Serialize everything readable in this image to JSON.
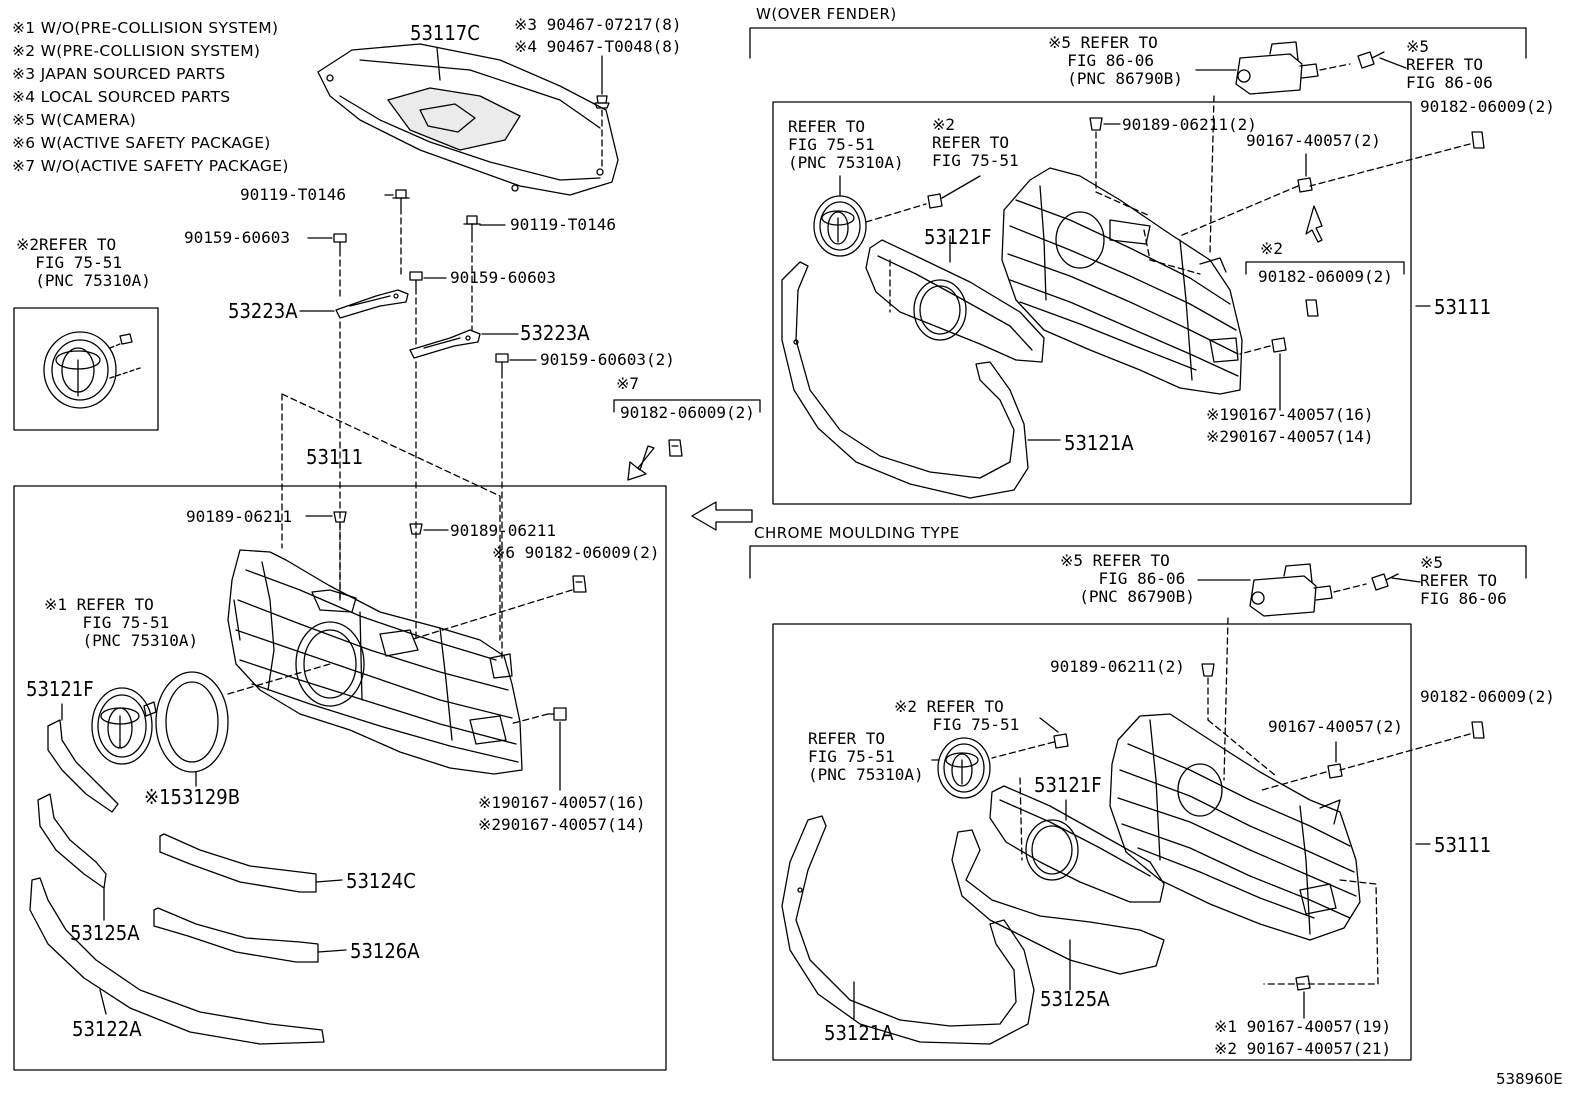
{
  "notes": [
    "※1 W/O(PRE-COLLISION SYSTEM)",
    "※2 W(PRE-COLLISION SYSTEM)",
    "※3 JAPAN SOURCED PARTS",
    "※4 LOCAL SOURCED PARTS",
    "※5 W(CAMERA)",
    "※6 W(ACTIVE SAFETY PACKAGE)",
    "※7 W/O(ACTIVE SAFETY PACKAGE)"
  ],
  "headers": {
    "over_fender": "W(OVER FENDER)",
    "chrome_moulding": "CHROME MOULDING TYPE"
  },
  "diagram_id": "538960E",
  "left": {
    "p53117C": "53117C",
    "fastener_3": "※3 90467-07217(8)",
    "fastener_4": "※4 90467-T0048(8)",
    "bolt_a": "90119-T0146",
    "bolt_b": "90119-T0146",
    "screw_a": "90159-60603",
    "screw_b": "90159-60603",
    "screw_c": "90159-60603(2)",
    "p53223A_a": "53223A",
    "p53223A_b": "53223A",
    "ref_box": "※2REFER TO\n  FIG 75-51\n  (PNC 75310A)",
    "note7_mark": "※7",
    "clip_7": "90182-06009(2)",
    "p53111": "53111",
    "nut_a": "90189-06211",
    "nut_b": "90189-06211",
    "clip_6": "※6 90182-06009(2)",
    "ref_1": "※1 REFER TO\n    FIG 75-51\n    (PNC 75310A)",
    "p53121F": "53121F",
    "p53129B": "※153129B",
    "screw_1": "※190167-40057(16)",
    "screw_2": "※290167-40057(14)",
    "p53124C": "53124C",
    "p53125A": "53125A",
    "p53126A": "53126A",
    "p53122A": "53122A"
  },
  "over_fender": {
    "cam_ref": "※5 REFER TO\n  FIG 86-06\n  (PNC 86790B)",
    "cam_ref_right": "※5\nREFER TO\nFIG 86-06",
    "emblem_ref": "REFER TO\nFIG 75-51\n(PNC 75310A)",
    "sensor_ref": "※2\nREFER TO\nFIG 75-51",
    "nut": "90189-06211(2)",
    "clip_a": "90182-06009(2)",
    "screw": "90167-40057(2)",
    "p53121F": "53121F",
    "note2_mark": "※2",
    "clip_b": "90182-06009(2)",
    "p53111": "53111",
    "screw_1": "※190167-40057(16)",
    "screw_2": "※290167-40057(14)",
    "p53121A": "53121A"
  },
  "chrome": {
    "cam_ref": "※5 REFER TO\n    FIG 86-06\n  (PNC 86790B)",
    "cam_ref_right": "※5\nREFER TO\nFIG 86-06",
    "nut": "90189-06211(2)",
    "clip": "90182-06009(2)",
    "sensor_ref": "※2 REFER TO\n    FIG 75-51",
    "emblem_ref": "REFER TO\nFIG 75-51\n(PNC 75310A)",
    "screw": "90167-40057(2)",
    "p53121F": "53121F",
    "p53111": "53111",
    "p53125A": "53125A",
    "p53121A": "53121A",
    "screw_1": "※1 90167-40057(19)",
    "screw_2": "※2 90167-40057(21)"
  }
}
